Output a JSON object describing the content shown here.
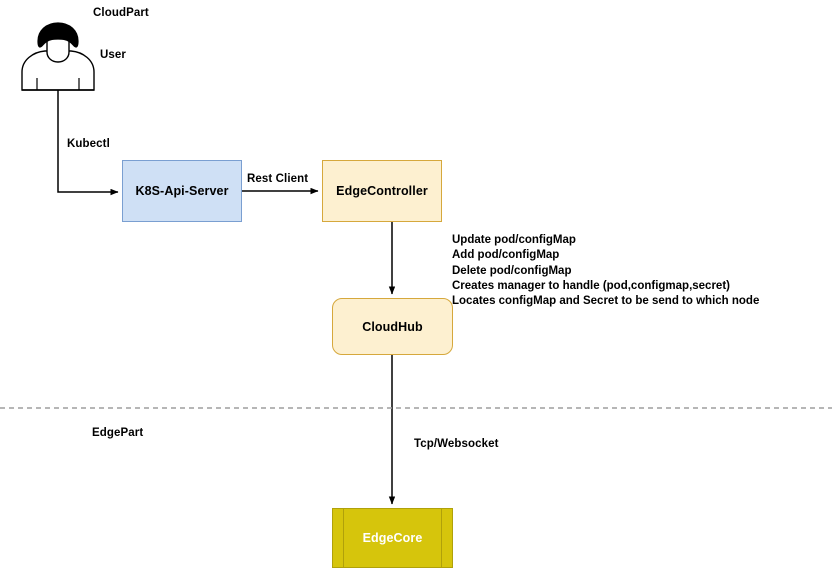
{
  "diagram": {
    "title_regions": {
      "cloud_part": "CloudPart",
      "edge_part": "EdgePart"
    },
    "actor": {
      "icon": "user-actor-icon",
      "label": "User"
    },
    "nodes": [
      {
        "id": "k8s",
        "label": "K8S-Api-Server",
        "fill": "#cfe0f5",
        "stroke": "#7a9fd1",
        "text_color": "#000000"
      },
      {
        "id": "edgecontroller",
        "label": "EdgeController",
        "fill": "#fdf0d0",
        "stroke": "#d6a83c",
        "text_color": "#000000"
      },
      {
        "id": "cloudhub",
        "label": "CloudHub",
        "fill": "#fdf0d0",
        "stroke": "#d6a83c",
        "text_color": "#000000"
      },
      {
        "id": "edgecore",
        "label": "EdgeCore",
        "fill": "#d6c50c",
        "stroke": "#b0a10a",
        "text_color": "#ffffff"
      }
    ],
    "edges": [
      {
        "id": "user-to-k8s",
        "label": "Kubectl"
      },
      {
        "id": "k8s-to-edgecontroller",
        "label": "Rest Client"
      },
      {
        "id": "edgecontroller-to-cloudhub",
        "label": ""
      },
      {
        "id": "cloudhub-to-edgecore",
        "label": "Tcp/Websocket"
      }
    ],
    "annotation_lines": [
      "Update pod/configMap",
      "Add pod/configMap",
      "Delete pod/configMap",
      "Creates manager to handle (pod,configmap,secret)",
      "Locates configMap and Secret to be send to which node"
    ],
    "divider": {
      "name": "cloud-edge-divider",
      "style": "dashed",
      "color": "#9e9e9e"
    }
  }
}
